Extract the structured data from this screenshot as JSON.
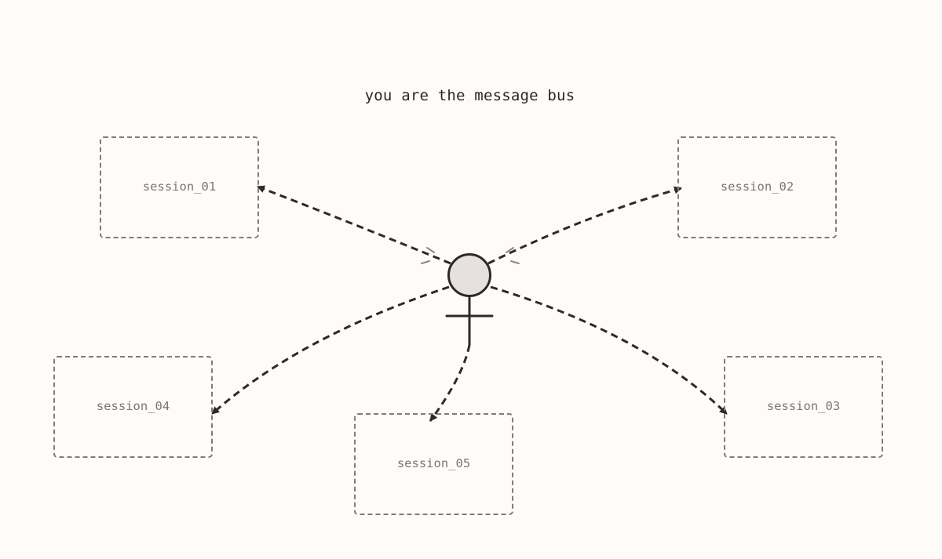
{
  "title": "you are the message bus",
  "sessions": [
    {
      "id": "s1",
      "label": "session_01"
    },
    {
      "id": "s2",
      "label": "session_02"
    },
    {
      "id": "s3",
      "label": "session_03"
    },
    {
      "id": "s4",
      "label": "session_04"
    },
    {
      "id": "s5",
      "label": "session_05"
    }
  ],
  "colors": {
    "background": "#fdfcfb",
    "stroke": "#2d2927",
    "box_border": "#847b74",
    "box_text": "#7f746c",
    "figure_fill": "#e6e1de"
  },
  "figure": {
    "icon": "person-icon"
  }
}
